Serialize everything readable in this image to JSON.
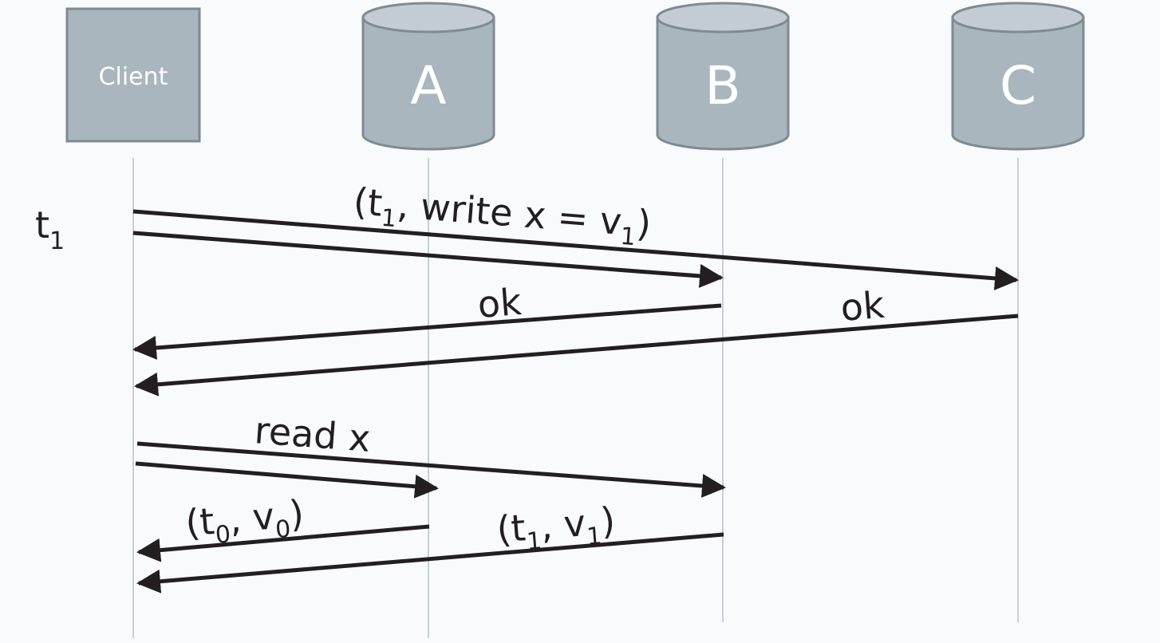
{
  "actors": {
    "client": "Client",
    "a": "A",
    "b": "B",
    "c": "C"
  },
  "time_marker": {
    "base": "t",
    "sub": "1"
  },
  "messages": {
    "write": {
      "prefix": "(t",
      "sub": "1",
      "middle": ", write x = v",
      "sub2": "1",
      "suffix": ")"
    },
    "ok_b": "ok",
    "ok_c": "ok",
    "read": "read x",
    "reply_a": {
      "prefix": "(t",
      "sub": "0",
      "middle": ", v",
      "sub2": "0",
      "suffix": ")"
    },
    "reply_b": {
      "prefix": "(t",
      "sub": "1",
      "middle": ", v",
      "sub2": "1",
      "suffix": ")"
    }
  },
  "colors": {
    "background": "#f8fafc",
    "actor_fill": "#aab6be",
    "arrow": "#231f20",
    "lifeline": "#b7c3c8"
  }
}
